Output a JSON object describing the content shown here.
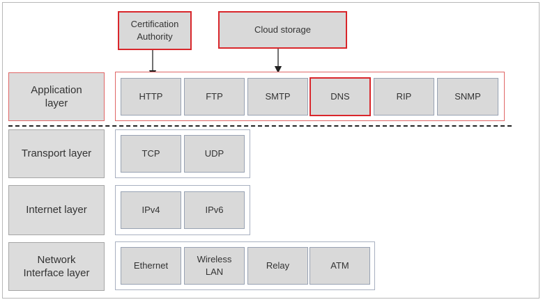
{
  "callouts": {
    "certification_authority": "Certification\nAuthority",
    "cloud_storage": "Cloud storage"
  },
  "layers": [
    {
      "name": "Application\nlayer",
      "highlight": true,
      "protocols": [
        {
          "label": "HTTP",
          "highlight": false
        },
        {
          "label": "FTP",
          "highlight": false
        },
        {
          "label": "SMTP",
          "highlight": false
        },
        {
          "label": "DNS",
          "highlight": true
        },
        {
          "label": "RIP",
          "highlight": false
        },
        {
          "label": "SNMP",
          "highlight": false
        }
      ]
    },
    {
      "name": "Transport layer",
      "highlight": false,
      "protocols": [
        {
          "label": "TCP",
          "highlight": false
        },
        {
          "label": "UDP",
          "highlight": false
        }
      ]
    },
    {
      "name": "Internet layer",
      "highlight": false,
      "protocols": [
        {
          "label": "IPv4",
          "highlight": false
        },
        {
          "label": "IPv6",
          "highlight": false
        }
      ]
    },
    {
      "name": "Network\nInterface layer",
      "highlight": false,
      "protocols": [
        {
          "label": "Ethernet",
          "highlight": false
        },
        {
          "label": "Wireless\nLAN",
          "highlight": false
        },
        {
          "label": "Relay",
          "highlight": false
        },
        {
          "label": "ATM",
          "highlight": false
        }
      ]
    }
  ],
  "colors": {
    "highlight_border": "#d9262b",
    "box_fill": "#d9d9d9",
    "divider": "#222222"
  }
}
